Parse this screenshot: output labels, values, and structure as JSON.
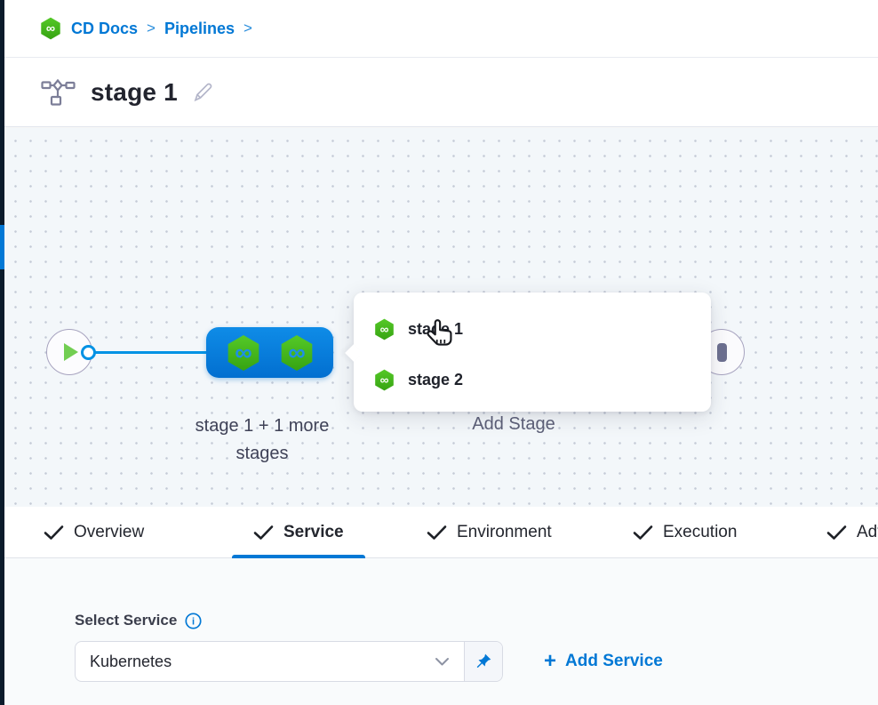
{
  "breadcrumb": {
    "items": [
      "CD Docs",
      "Pipelines"
    ],
    "separator": ">"
  },
  "header": {
    "title": "stage 1"
  },
  "canvas": {
    "stage_group": {
      "label_line1": "stage 1 + 1 more",
      "label_line2": "stages"
    },
    "popup": {
      "items": [
        {
          "label": "stage 1"
        },
        {
          "label": "stage 2"
        }
      ]
    },
    "add_stage_label": "Add Stage"
  },
  "tabs": [
    {
      "label": "Overview",
      "checked": true,
      "active": false
    },
    {
      "label": "Service",
      "checked": true,
      "active": true
    },
    {
      "label": "Environment",
      "checked": true,
      "active": false
    },
    {
      "label": "Execution",
      "checked": true,
      "active": false
    },
    {
      "label": "Advanced",
      "checked": true,
      "active": false
    }
  ],
  "service_panel": {
    "label": "Select Service",
    "selected_service": "Kubernetes",
    "add_service": {
      "plus": "+",
      "label": "Add Service"
    }
  },
  "glyphs": {
    "infinity": "∞",
    "info_i": "i"
  },
  "colors": {
    "accent_blue": "#0278d5",
    "connector_blue": "#0092e4",
    "stage_node_blue": "#0b86e4",
    "hexagon_green": "#42b01f",
    "canvas_bg": "#f3f7fa",
    "left_strip": "#0b1b2b"
  }
}
